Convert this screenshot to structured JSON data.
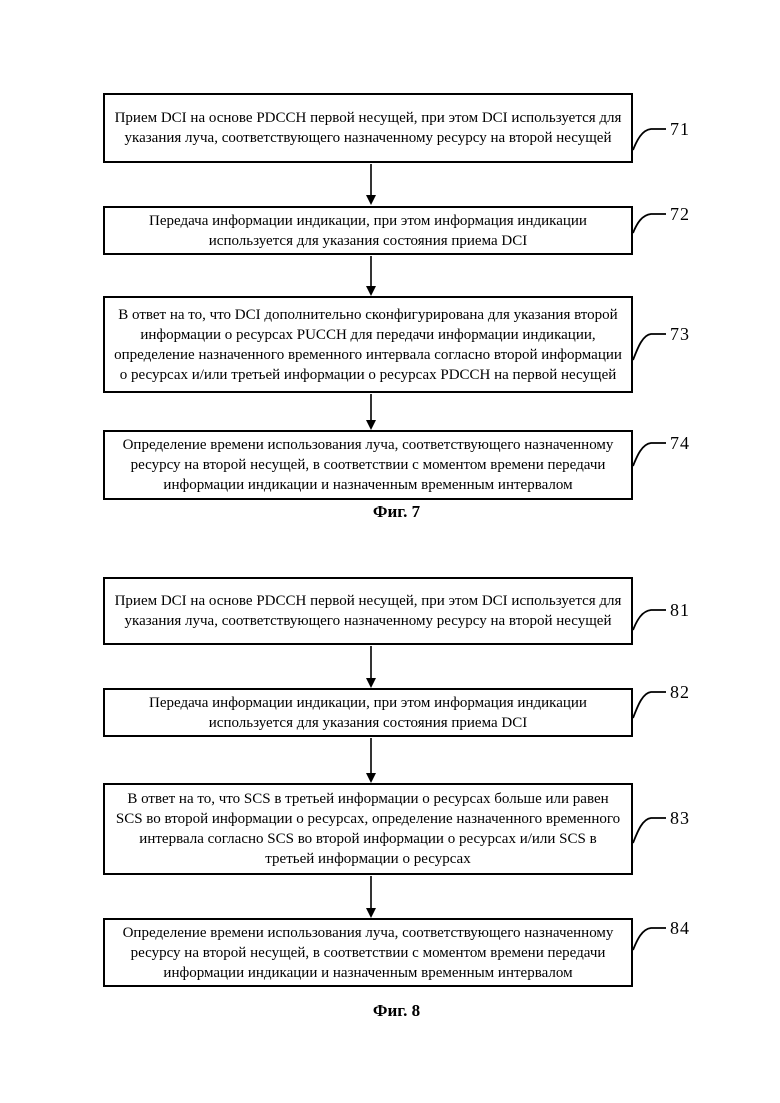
{
  "colors": {
    "ink": "#000000",
    "background": "#ffffff"
  },
  "figures": [
    {
      "caption": "Фиг. 7",
      "steps": [
        {
          "ref": "71",
          "text": "Прием DCI на основе PDCCH первой несущей, при этом DCI используется для указания луча, соответствующего назначенному ресурсу на второй несущей"
        },
        {
          "ref": "72",
          "text": "Передача информации индикации, при этом информация индикации используется для указания состояния приема DCI"
        },
        {
          "ref": "73",
          "text": "В ответ на то, что DCI дополнительно сконфигурирована для указания второй информации о ресурсах PUCCH для передачи информации индикации, определение назначенного временного интервала согласно второй информации о ресурсах и/или третьей информации о ресурсах PDCCH на первой несущей"
        },
        {
          "ref": "74",
          "text": "Определение времени использования луча, соответствующего назначенному ресурсу на второй несущей, в соответствии с моментом времени передачи информации индикации и назначенным временным интервалом"
        }
      ]
    },
    {
      "caption": "Фиг. 8",
      "steps": [
        {
          "ref": "81",
          "text": "Прием DCI на основе PDCCH первой несущей, при этом DCI используется для указания луча, соответствующего назначенному ресурсу на второй несущей"
        },
        {
          "ref": "82",
          "text": "Передача информации индикации, при этом информация индикации используется для указания состояния приема DCI"
        },
        {
          "ref": "83",
          "text": "В ответ на то, что SCS в третьей информации о ресурсах больше или равен SCS во второй информации о ресурсах, определение назначенного временного интервала согласно SCS во второй информации о ресурсах и/или SCS в третьей информации о ресурсах"
        },
        {
          "ref": "84",
          "text": "Определение времени использования луча, соответствующего назначенному ресурсу на второй несущей, в соответствии с моментом времени передачи информации индикации и назначенным временным интервалом"
        }
      ]
    }
  ]
}
